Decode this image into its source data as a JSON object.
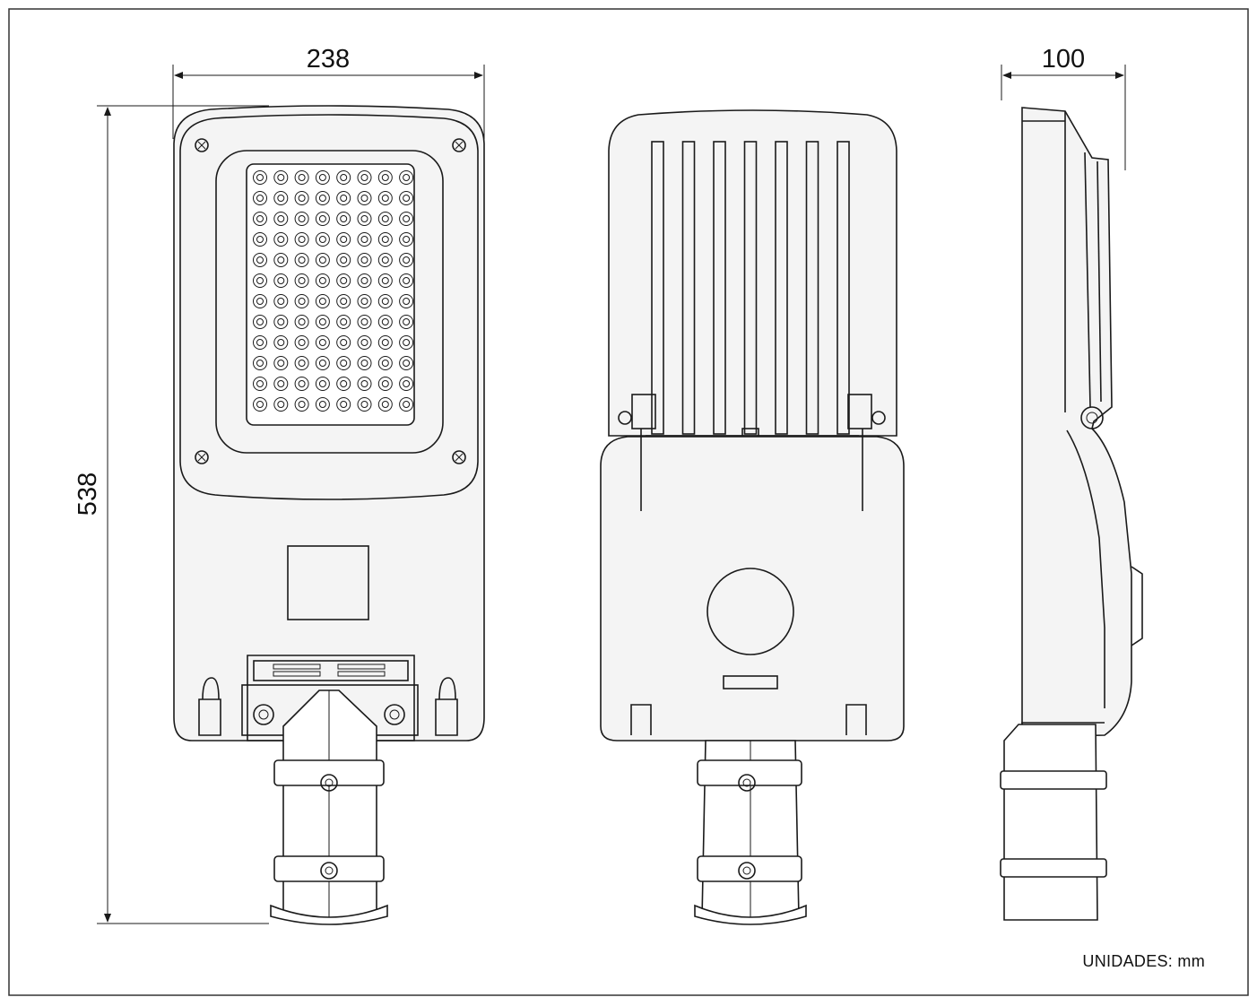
{
  "dimensions": {
    "width": "238",
    "height": "538",
    "depth": "100"
  },
  "units_label": "UNIDADES: mm",
  "colors": {
    "line": "#1a1a1a",
    "housing_fill": "#f4f4f4",
    "background": "#ffffff"
  }
}
